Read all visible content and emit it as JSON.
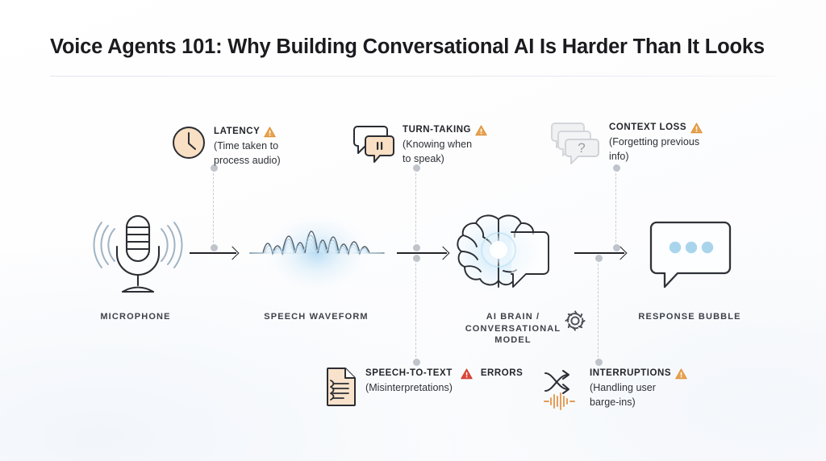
{
  "header": {
    "title": "Voice Agents 101: Why Building Conversational AI Is Harder Than It Looks"
  },
  "pipeline": {
    "stages": [
      {
        "id": "microphone",
        "label": "MICROPHONE",
        "icon": "microphone-icon"
      },
      {
        "id": "speech-waveform",
        "label": "SPEECH WAVEFORM",
        "icon": "waveform-icon"
      },
      {
        "id": "ai-brain",
        "label": "AI BRAIN /\nCONVERSATIONAL\nMODEL",
        "label_line1": "AI BRAIN /",
        "label_line2": "CONVERSATIONAL",
        "label_line3": "MODEL",
        "icon": "brain-chat-icon",
        "badge_icon": "gear-icon"
      },
      {
        "id": "response-bubble",
        "label": "RESPONSE BUBBLE",
        "icon": "chat-bubble-icon"
      }
    ]
  },
  "annotations": {
    "latency": {
      "title": "LATENCY",
      "detail_line1": "(Time taken to",
      "detail_line2": "process audio)",
      "icon": "clock-icon",
      "warning_icon": "warning-triangle-icon",
      "warning_color": "#e8a34f"
    },
    "turn_taking": {
      "title": "TURN-TAKING",
      "detail_line1": "(Knowing when",
      "detail_line2": "to speak)",
      "icon": "paused-chat-bubbles-icon",
      "badge_glyph": "II",
      "warning_icon": "warning-triangle-icon",
      "warning_color": "#e8a34f"
    },
    "context_loss": {
      "title": "CONTEXT LOSS",
      "detail_line1": "(Forgetting previous",
      "detail_line2": "info)",
      "icon": "stacked-chat-bubbles-icon",
      "badge_glyph": "?",
      "warning_icon": "warning-triangle-icon",
      "warning_color": "#e8a34f"
    },
    "stt_errors": {
      "title_line1": "SPEECH-TO-TEXT",
      "title_line2": "ERRORS",
      "detail_line1": "(Misinterpretations)",
      "icon": "document-text-icon",
      "warning_icon": "warning-triangle-icon",
      "warning_color": "#e0483a"
    },
    "interruptions": {
      "title": "INTERRUPTIONS",
      "detail_line1": "(Handling user",
      "detail_line2": "barge-ins)",
      "icon": "crossing-arrows-waveform-icon",
      "warning_icon": "warning-triangle-icon",
      "warning_color": "#e8a34f"
    }
  },
  "colors": {
    "ink": "#22242a",
    "accent_peach": "#f7dcc4",
    "accent_blue": "#a8d4ea",
    "warn_orange": "#e8a34f",
    "warn_red": "#e0483a",
    "connector_gray": "#c7cbd1"
  }
}
